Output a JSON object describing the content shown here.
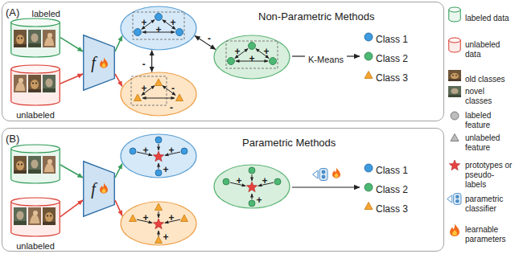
{
  "diagram": {
    "nodes": [
      {
        "text": [
          "(A)",
          "Non-Parametric Methods"
        ]
      },
      {
        "text": [
          "labeled"
        ],
        "in": 0
      },
      {
        "text": [
          "unlabeled"
        ],
        "in": 0
      },
      {
        "text": [
          "f"
        ],
        "in": 0
      },
      {
        "text": [
          "+",
          "+",
          "+"
        ],
        "in": 0
      },
      {
        "text": [
          "+",
          "+",
          "+"
        ],
        "in": 0
      },
      {
        "text": [
          "+",
          "-",
          "-"
        ],
        "in": 0
      },
      {
        "text": [
          "(B)",
          "Parametric Methods"
        ]
      },
      {
        "text": [
          "unlabeled"
        ],
        "in": 7
      },
      {
        "text": [
          "f"
        ],
        "in": 7
      },
      {
        "text": [
          "+",
          "+",
          "+"
        ],
        "in": 7
      },
      {
        "text": [
          "+",
          "+",
          "+"
        ],
        "in": 7
      },
      {
        "text": [
          "+",
          "+",
          "+"
        ],
        "in": 7
      }
    ],
    "edges": [
      {
        "from": 1,
        "to": 3,
        "arrow": "to"
      },
      {
        "from": 2,
        "to": 3,
        "arrow": "to"
      },
      {
        "from": 3,
        "to": 4,
        "arrow": "to"
      },
      {
        "from": 3,
        "to": 6,
        "arrow": "to"
      },
      {
        "from": 4,
        "to": 5,
        "arrow": "both",
        "label": "-"
      },
      {
        "from": 4,
        "to": 6,
        "arrow": "both",
        "label": "-"
      },
      {
        "from": 8,
        "to": 9,
        "arrow": "to"
      },
      {
        "from": 9,
        "to": 10,
        "arrow": "to"
      },
      {
        "from": 9,
        "to": 12,
        "arrow": "to"
      }
    ],
    "labels": [
      "K-Means",
      "Class 1",
      "Class 2",
      "Class 3",
      "Class 1",
      "Class 2",
      "Class 3"
    ],
    "legend": [
      {
        "text": "labeled data"
      },
      {
        "text": "unlabeled data"
      },
      {
        "text": "old classes"
      },
      {
        "text": "novel classes"
      },
      {
        "text": "labeled feature"
      },
      {
        "text": "unlabeled feature"
      },
      {
        "text": "prototypes or pseudo-labels"
      },
      {
        "text": "parametric classifier"
      },
      {
        "text": "learnable parameters"
      }
    ]
  }
}
